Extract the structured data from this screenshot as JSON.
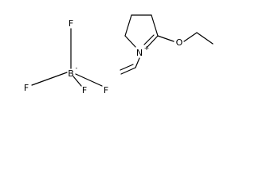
{
  "molecule": {
    "anion": {
      "central_atom": "B",
      "substituents": [
        "F",
        "F",
        "F",
        "F"
      ],
      "charge": "-"
    },
    "cation": {
      "ring_nitrogen": "N",
      "nitrogen_charge": "+",
      "ether_oxygen": "O"
    }
  }
}
